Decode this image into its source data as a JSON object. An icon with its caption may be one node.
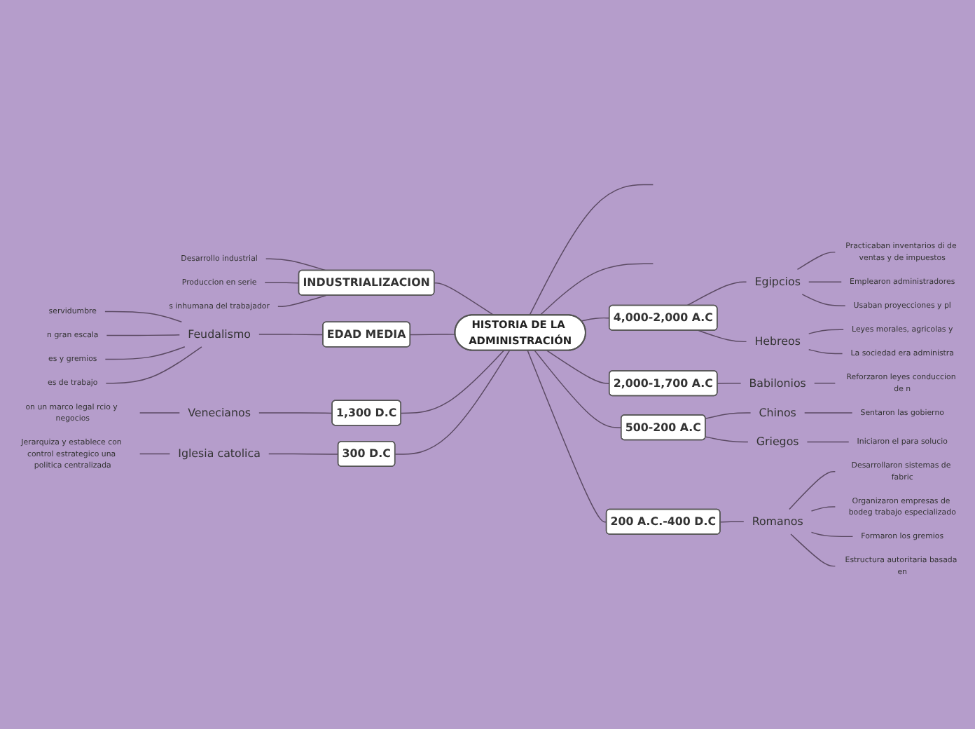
{
  "diagram": {
    "nodes": [
      {
        "text": [
          "HISTORIA DE LA ADMINISTRACIÓN"
        ]
      },
      {
        "text": [
          "INDUSTRIALIZACION"
        ]
      },
      {
        "text": [
          "Desarrollo industrial"
        ]
      },
      {
        "text": [
          "Produccion en serie"
        ]
      },
      {
        "text": [
          "s inhumana del trabajador"
        ]
      },
      {
        "text": [
          "EDAD MEDIA"
        ]
      },
      {
        "text": [
          "Feudalismo"
        ]
      },
      {
        "text": [
          "servidumbre"
        ]
      },
      {
        "text": [
          "n gran escala"
        ]
      },
      {
        "text": [
          "es y gremios"
        ]
      },
      {
        "text": [
          "es de trabajo"
        ]
      },
      {
        "text": [
          "1,300 D.C"
        ]
      },
      {
        "text": [
          "Venecianos"
        ]
      },
      {
        "text": [
          "on un marco legal rcio y negocios"
        ]
      },
      {
        "text": [
          "300 D.C"
        ]
      },
      {
        "text": [
          "Iglesia catolica"
        ]
      },
      {
        "text": [
          "Jerarquiza y establece con control estrategico una politica centralizada"
        ]
      },
      {
        "text": [
          "4,000-2,000 A.C"
        ]
      },
      {
        "text": [
          "Egipcios"
        ]
      },
      {
        "text": [
          "Practicaban inventarios di de ventas y de impuestos"
        ]
      },
      {
        "text": [
          "Emplearon administradores"
        ]
      },
      {
        "text": [
          "Usaban proyecciones y pl"
        ]
      },
      {
        "text": [
          "Hebreos"
        ]
      },
      {
        "text": [
          "Leyes morales, agricolas y"
        ]
      },
      {
        "text": [
          "La sociedad era administra"
        ]
      },
      {
        "text": [
          "2,000-1,700 A.C"
        ]
      },
      {
        "text": [
          "Babilonios"
        ]
      },
      {
        "text": [
          "Reforzaron leyes conduccion de n"
        ]
      },
      {
        "text": [
          "500-200 A.C"
        ]
      },
      {
        "text": [
          "Chinos"
        ]
      },
      {
        "text": [
          "Sentaron las gobierno"
        ]
      },
      {
        "text": [
          "Griegos"
        ]
      },
      {
        "text": [
          "Iniciaron el para solucio"
        ]
      },
      {
        "text": [
          "200 A.C.-400 D.C"
        ]
      },
      {
        "text": [
          "Romanos"
        ]
      },
      {
        "text": [
          "Desarrollaron sistemas de fabric"
        ]
      },
      {
        "text": [
          "Organizaron empresas de bodeg trabajo especializado"
        ]
      },
      {
        "text": [
          "Formaron los gremios"
        ]
      },
      {
        "text": [
          "Estructura autoritaria basada en"
        ]
      }
    ],
    "edges": [
      {
        "from": 0,
        "to": null,
        "arrow": "none"
      },
      {
        "from": 0,
        "to": null,
        "arrow": "none"
      },
      {
        "from": 2,
        "to": 1,
        "arrow": "none"
      },
      {
        "from": 3,
        "to": 1,
        "arrow": "none"
      },
      {
        "from": 4,
        "to": 1,
        "arrow": "none"
      },
      {
        "from": 1,
        "to": 0,
        "arrow": "none"
      },
      {
        "from": 7,
        "to": 6,
        "arrow": "none"
      },
      {
        "from": 8,
        "to": 6,
        "arrow": "none"
      },
      {
        "from": 9,
        "to": 6,
        "arrow": "none"
      },
      {
        "from": 10,
        "to": 6,
        "arrow": "none"
      },
      {
        "from": 6,
        "to": 5,
        "arrow": "none"
      },
      {
        "from": 5,
        "to": 0,
        "arrow": "none"
      },
      {
        "from": 13,
        "to": 12,
        "arrow": "none"
      },
      {
        "from": 12,
        "to": 11,
        "arrow": "none"
      },
      {
        "from": 11,
        "to": 0,
        "arrow": "none"
      },
      {
        "from": 16,
        "to": 15,
        "arrow": "none"
      },
      {
        "from": 15,
        "to": 14,
        "arrow": "none"
      },
      {
        "from": 14,
        "to": 0,
        "arrow": "none"
      },
      {
        "from": 0,
        "to": 17,
        "arrow": "none"
      },
      {
        "from": 17,
        "to": 18,
        "arrow": "none"
      },
      {
        "from": 18,
        "to": 19,
        "arrow": "none"
      },
      {
        "from": 18,
        "to": 20,
        "arrow": "none"
      },
      {
        "from": 18,
        "to": 21,
        "arrow": "none"
      },
      {
        "from": 17,
        "to": 22,
        "arrow": "none"
      },
      {
        "from": 22,
        "to": 23,
        "arrow": "none"
      },
      {
        "from": 22,
        "to": 24,
        "arrow": "none"
      },
      {
        "from": 0,
        "to": 25,
        "arrow": "none"
      },
      {
        "from": 25,
        "to": 26,
        "arrow": "none"
      },
      {
        "from": 26,
        "to": 27,
        "arrow": "none"
      },
      {
        "from": 0,
        "to": 28,
        "arrow": "none"
      },
      {
        "from": 28,
        "to": 29,
        "arrow": "none"
      },
      {
        "from": 29,
        "to": 30,
        "arrow": "none"
      },
      {
        "from": 28,
        "to": 31,
        "arrow": "none"
      },
      {
        "from": 31,
        "to": 32,
        "arrow": "none"
      },
      {
        "from": 0,
        "to": 33,
        "arrow": "none"
      },
      {
        "from": 33,
        "to": 34,
        "arrow": "none"
      },
      {
        "from": 34,
        "to": 35,
        "arrow": "none"
      },
      {
        "from": 34,
        "to": 36,
        "arrow": "none"
      },
      {
        "from": 34,
        "to": 37,
        "arrow": "none"
      },
      {
        "from": 34,
        "to": 38,
        "arrow": "none"
      }
    ]
  }
}
